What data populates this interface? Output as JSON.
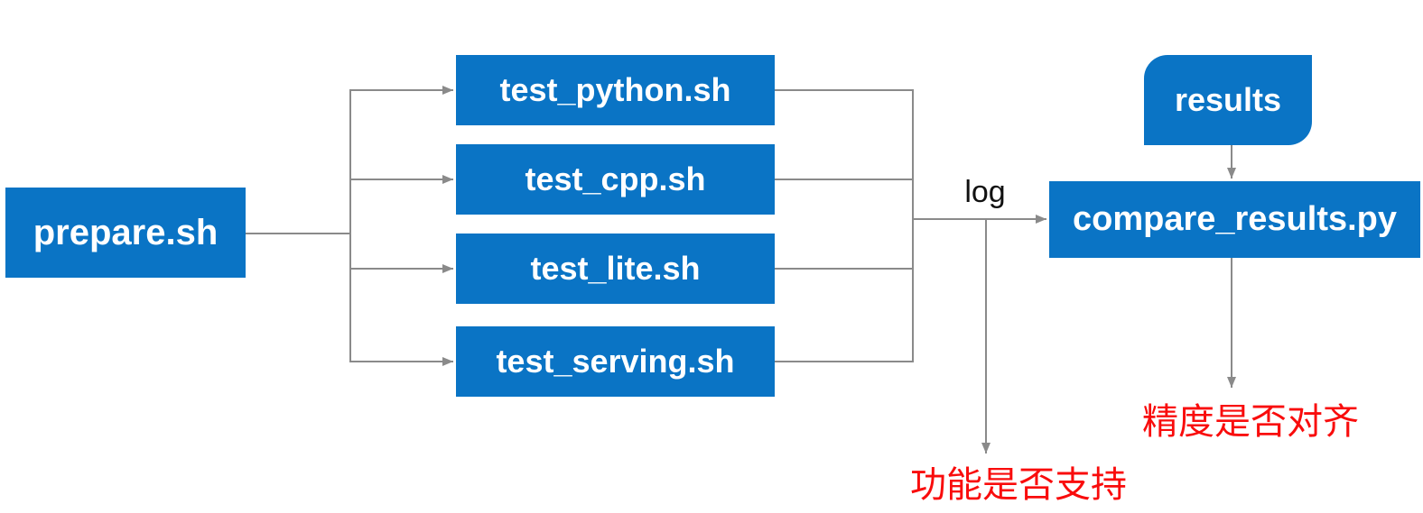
{
  "diagram": {
    "nodes": {
      "prepare": {
        "label": "prepare.sh"
      },
      "test_python": {
        "label": "test_python.sh"
      },
      "test_cpp": {
        "label": "test_cpp.sh"
      },
      "test_lite": {
        "label": "test_lite.sh"
      },
      "test_serving": {
        "label": "test_serving.sh"
      },
      "results": {
        "label": "results"
      },
      "compare_results": {
        "label": "compare_results.py"
      }
    },
    "edge_labels": {
      "log": "log"
    },
    "outcomes": {
      "accuracy_aligned": "精度是否对齐",
      "functionality_supported": "功能是否支持"
    },
    "colors": {
      "node_fill": "#0a74c5",
      "node_text": "#ffffff",
      "connector_gray": "#8a8a8a",
      "edge_label_black": "#111111",
      "outcome_red": "#f90c0c"
    }
  }
}
